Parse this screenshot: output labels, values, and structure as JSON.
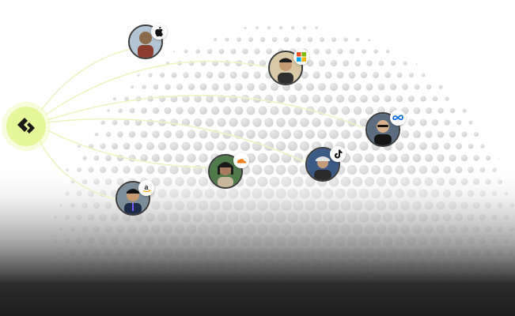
{
  "accent_color": "#e6f79a",
  "link_color": "#ecf5c6",
  "hub": {
    "icon": "brand-logo-icon"
  },
  "people": [
    {
      "name": "person-apple",
      "badge_icon": "apple-icon",
      "photo_bg": "#8a6a4a"
    },
    {
      "name": "person-microsoft",
      "badge_icon": "microsoft-icon",
      "photo_bg": "#b8a27c"
    },
    {
      "name": "person-meta",
      "badge_icon": "meta-icon",
      "photo_bg": "#4a5566"
    },
    {
      "name": "person-cloudflare",
      "badge_icon": "cloudflare-icon",
      "photo_bg": "#3f6b3f"
    },
    {
      "name": "person-tiktok",
      "badge_icon": "tiktok-icon",
      "photo_bg": "#37507a"
    },
    {
      "name": "person-amazon",
      "badge_icon": "amazon-icon",
      "photo_bg": "#6e7f8c"
    }
  ]
}
